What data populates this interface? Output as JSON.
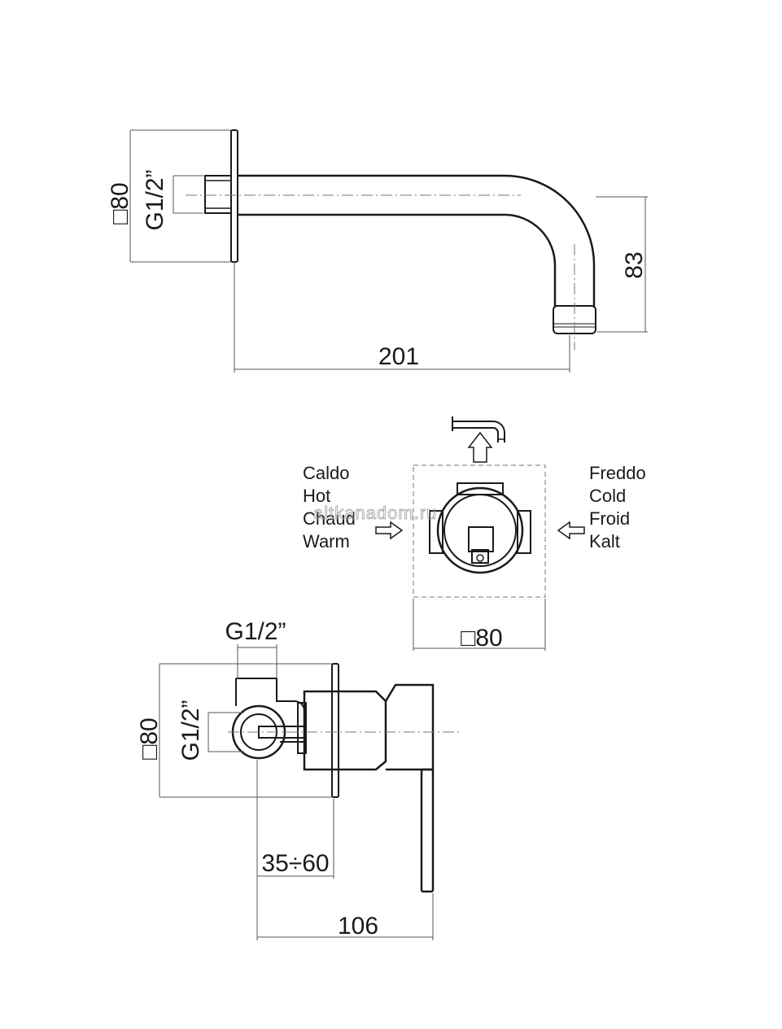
{
  "spout_view": {
    "dim_square": "□80",
    "dim_thread": "G1/2”",
    "dim_height": "83",
    "dim_length": "201"
  },
  "plan_view": {
    "hot_labels": [
      "Caldo",
      "Hot",
      "Chaud",
      "Warm"
    ],
    "cold_labels": [
      "Freddo",
      "Cold",
      "Froid",
      "Kalt"
    ],
    "dim_square": "□80",
    "watermark": "altkanadom.ru"
  },
  "mixer_view": {
    "dim_thread_top": "G1/2”",
    "dim_square": "□80",
    "dim_thread_side": "G1/2”",
    "dim_depth": "35÷60",
    "dim_total": "106"
  }
}
